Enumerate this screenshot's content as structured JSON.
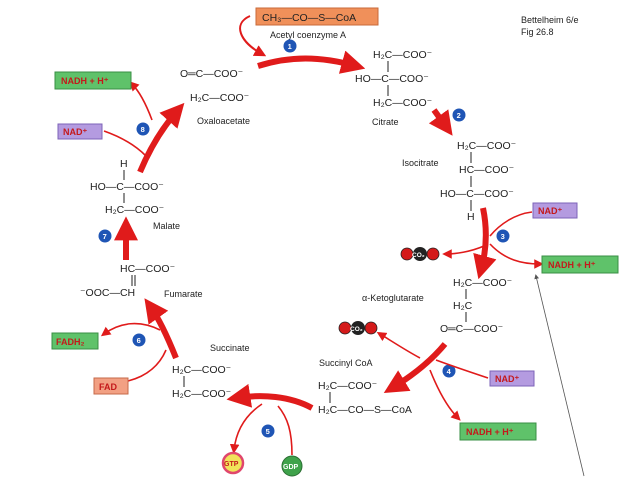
{
  "caption": {
    "line1": "Bettelheim 6/e",
    "line2": "Fig 26.8"
  },
  "acetyl_coa": {
    "formula": "CH₃—CO—S—CoA",
    "name": "Acetyl coenzyme A"
  },
  "compounds": {
    "citrate": "Citrate",
    "isocitrate": "Isocitrate",
    "alpha_ketoglutarate": "α-Ketoglutarate",
    "succinyl_coa": "Succinyl CoA",
    "succinate": "Succinate",
    "fumarate": "Fumarate",
    "malate": "Malate",
    "oxaloacetate": "Oxaloacetate"
  },
  "cofactors": {
    "nadh_h": "NADH + H⁺",
    "nad": "NAD⁺",
    "fadh2": "FADH₂",
    "fad": "FAD",
    "gtp": "GTP",
    "gdp": "GDP",
    "co2": "CO₂"
  },
  "steps": [
    "1",
    "2",
    "3",
    "4",
    "5",
    "6",
    "7",
    "8"
  ],
  "structures": {
    "h2c_coo": "H₂C—COO⁻",
    "ho_c_coo": "HO—C—COO⁻",
    "hc_coo": "HC—COO⁻",
    "h2c": "H₂C",
    "o_c_coo": "O═C—COO⁻",
    "h2c_co_s_coa": "H₂C—CO—S—CoA",
    "h": "H",
    "ooc_ch": "⁻OOC—CH",
    "o_c_coo_oxa": "O═C—COO⁻"
  },
  "colors": {
    "arrow_red": "#e01b1b",
    "nadh_box": "#5fc26a",
    "nad_box": "#b49be0",
    "fad_box": "#f2a083",
    "acetyl_box": "#f0905a",
    "step_circle": "#1f55b5",
    "gtp_fill": "#f1e35a",
    "gtp_ring": "#e0466c",
    "gdp_fill": "#3fa24b",
    "co2_red": "#d41a1a"
  }
}
